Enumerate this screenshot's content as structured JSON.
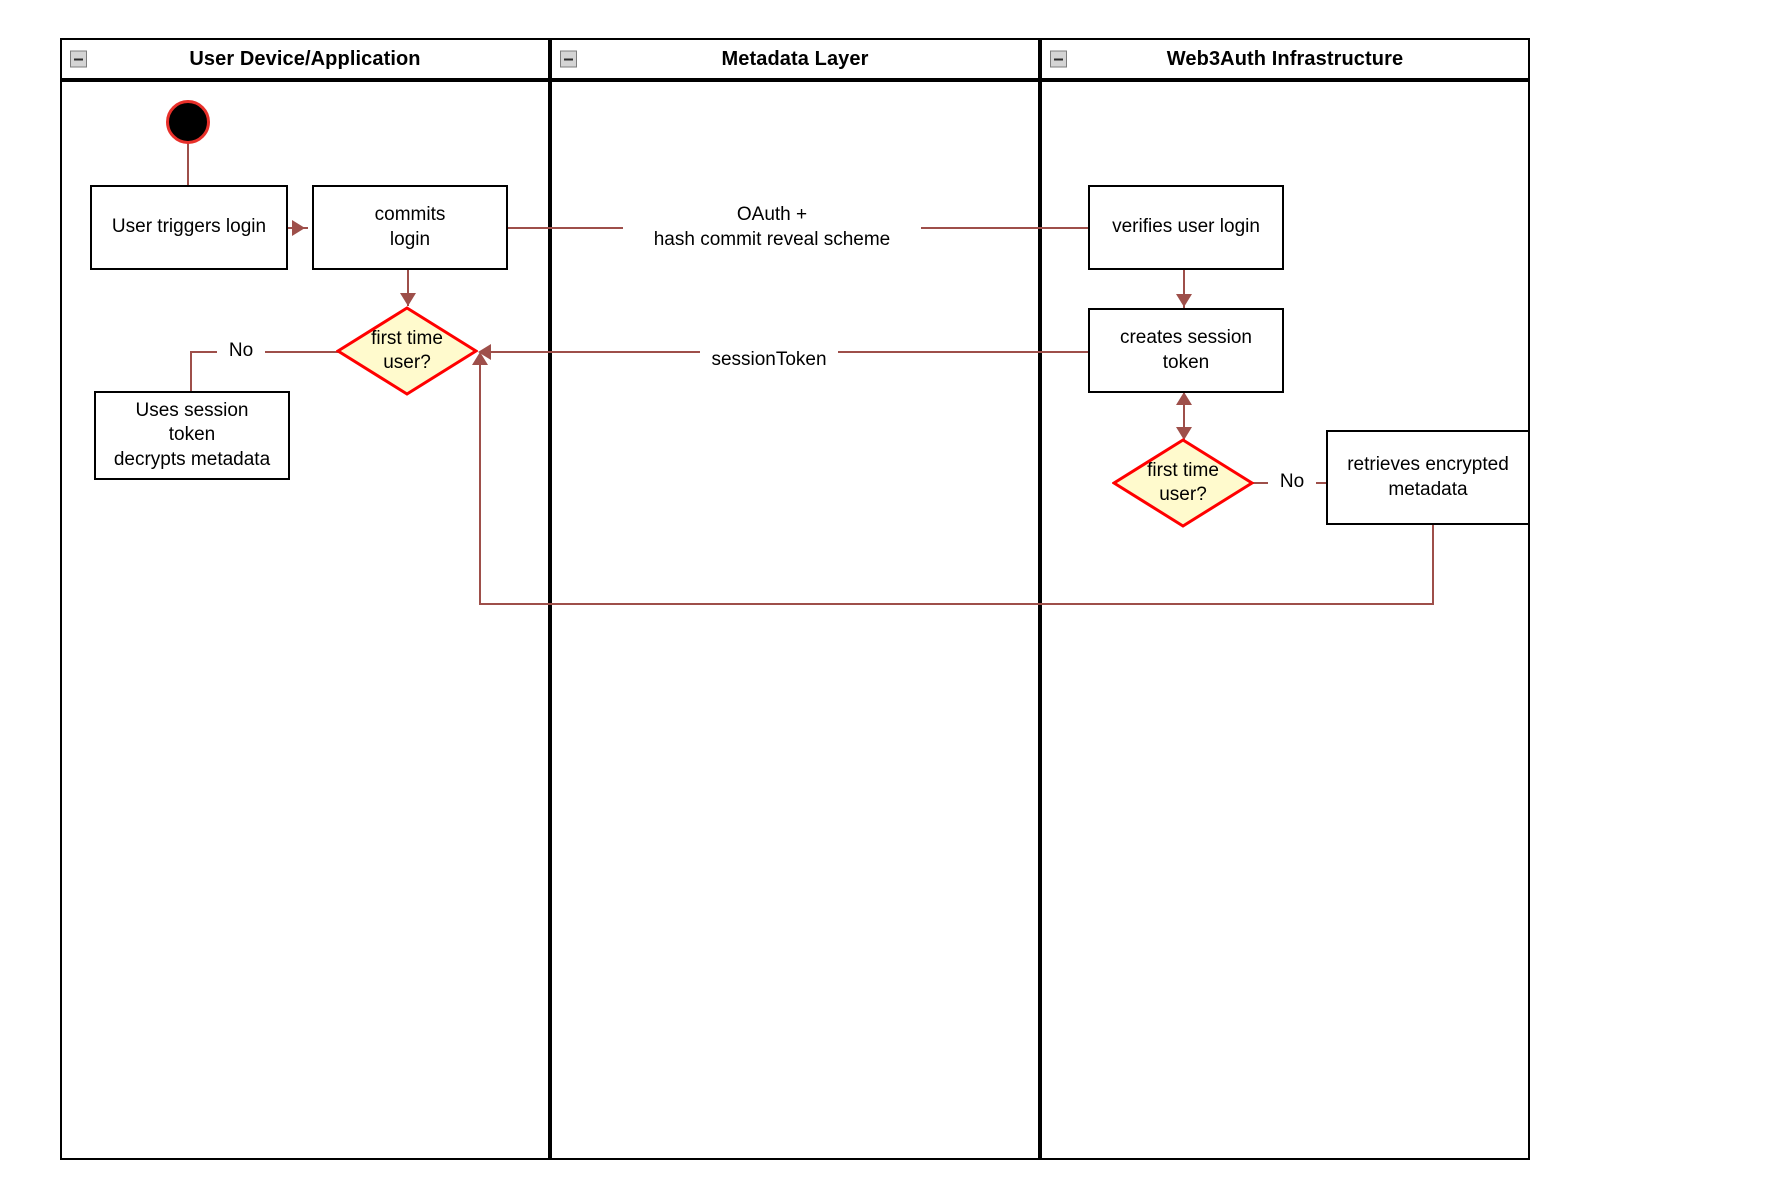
{
  "diagram": {
    "type": "uml-activity-swimlane",
    "title": "Web3Auth login activity diagram",
    "colors": {
      "lane_border": "#000000",
      "node_border": "#000000",
      "node_fill": "#ffffff",
      "decision_fill": "#fffacd",
      "decision_border": "#ff0000",
      "edge": "#9e4f4a",
      "start_node_ring": "#e8302a",
      "start_node_fill": "#000000",
      "collapse_icon_fill": "#d4d4d4"
    }
  },
  "lanes": [
    {
      "id": "user-device",
      "title": "User Device/Application",
      "collapse_icon": "collapse-minus-icon"
    },
    {
      "id": "metadata-layer",
      "title": "Metadata Layer",
      "collapse_icon": "collapse-minus-icon"
    },
    {
      "id": "web3auth",
      "title": "Web3Auth Infrastructure",
      "collapse_icon": "collapse-minus-icon"
    }
  ],
  "nodes": {
    "start": {
      "kind": "initial-node",
      "label": ""
    },
    "user_triggers_login": {
      "kind": "action",
      "label": "User triggers login"
    },
    "commits_login": {
      "kind": "action",
      "label": "commits\nlogin"
    },
    "decision_left": {
      "kind": "decision",
      "label": "first time\nuser?"
    },
    "uses_session_token": {
      "kind": "action",
      "label": "Uses session\ntoken\ndecrypts metadata"
    },
    "verifies_user_login": {
      "kind": "action",
      "label": "verifies user login"
    },
    "creates_session_token": {
      "kind": "action",
      "label": "creates session\ntoken"
    },
    "decision_right": {
      "kind": "decision",
      "label": "first time\nuser?"
    },
    "retrieves_encrypted_metadata": {
      "kind": "action",
      "label": "retrieves encrypted\nmetadata"
    }
  },
  "edge_labels": {
    "oauth": "OAuth +\nhash commit reveal scheme",
    "session_token": "sessionToken",
    "no_left": "No",
    "no_right": "No"
  }
}
